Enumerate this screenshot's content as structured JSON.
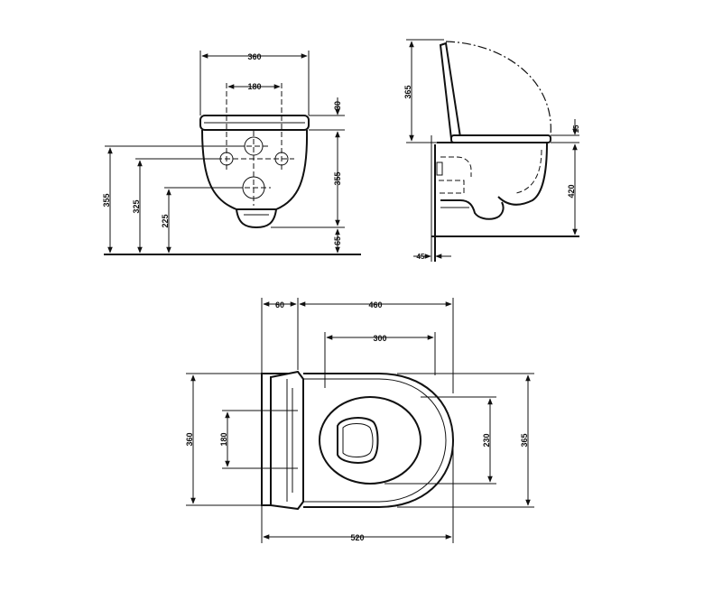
{
  "front_view": {
    "width_top": "360",
    "inlet_spacing": "180",
    "rim_offset": "30",
    "height_total": "355",
    "height_upper_holes": "325",
    "height_lower_hole": "225",
    "bowl_depth": "355",
    "outlet_height": "65"
  },
  "side_view": {
    "lid_height": "365",
    "seat_offset": "15",
    "rim_height": "420",
    "wall_offset": "45"
  },
  "top_view": {
    "rear_offset": "60",
    "bowl_length": "460",
    "opening_length": "300",
    "overall_width": "360",
    "fixing_spacing": "180",
    "opening_width": "230",
    "seat_width": "365",
    "overall_length": "520"
  }
}
